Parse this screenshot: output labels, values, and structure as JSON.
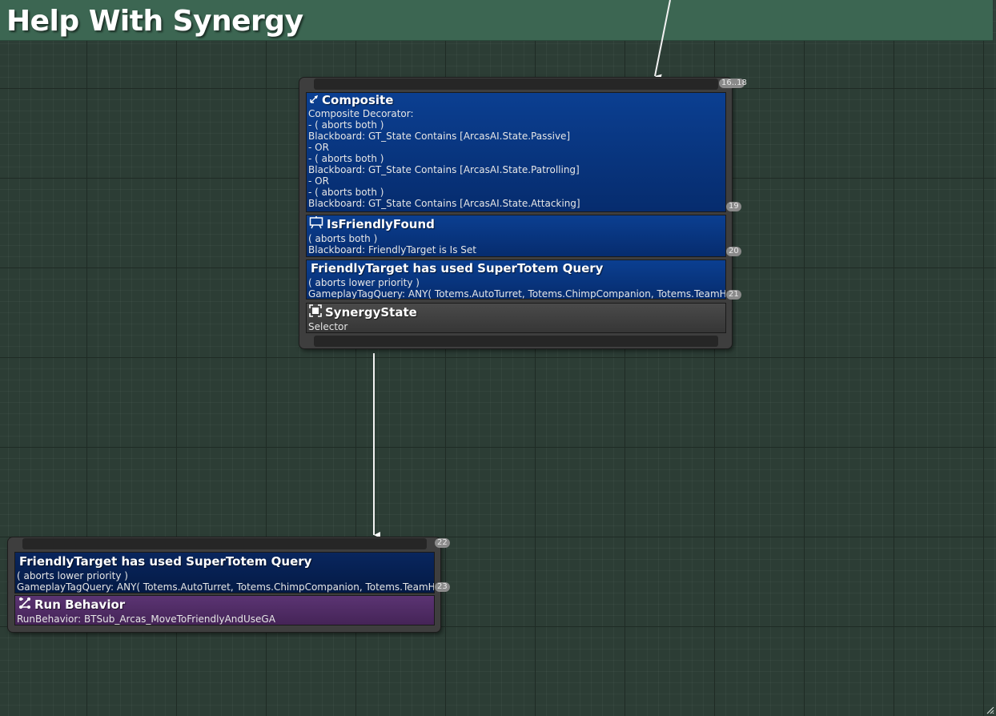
{
  "comment": {
    "title": "Help With Synergy"
  },
  "top_node": {
    "index_label": "16..18",
    "composite": {
      "title": "Composite",
      "icon": "composite-decorator-icon",
      "lines": [
        "Composite Decorator:",
        "- ( aborts both )",
        "Blackboard: GT_State Contains [ArcasAI.State.Passive]",
        "- OR",
        "- ( aborts both )",
        "Blackboard: GT_State Contains [ArcasAI.State.Patrolling]",
        "- OR",
        "- ( aborts both )",
        "Blackboard: GT_State Contains [ArcasAI.State.Attacking]"
      ],
      "index": "19"
    },
    "is_friendly_found": {
      "title": "IsFriendlyFound",
      "icon": "blackboard-icon",
      "lines": [
        "( aborts both )",
        "Blackboard: FriendlyTarget is Is Set"
      ],
      "index": "20"
    },
    "supertotem_query": {
      "title": "FriendlyTarget has used SuperTotem Query",
      "lines": [
        "( aborts lower priority )",
        "GameplayTagQuery:  ANY( Totems.AutoTurret, Totems.ChimpCompanion, Totems.TeamHealing )"
      ],
      "index": "21"
    },
    "synergy_state": {
      "title": "SynergyState",
      "icon": "selector-icon",
      "subtitle": "Selector"
    }
  },
  "bottom_node": {
    "index_label": "22",
    "supertotem_query": {
      "title": "FriendlyTarget has used SuperTotem Query",
      "lines": [
        "( aborts lower priority )",
        "GameplayTagQuery:  ANY( Totems.AutoTurret, Totems.ChimpCompanion, Totems.TeamHealing )"
      ],
      "index": "23"
    },
    "run_behavior": {
      "title": "Run Behavior",
      "icon": "run-behavior-icon",
      "subtitle": "RunBehavior: BTSub_Arcas_MoveToFriendlyAndUseGA"
    }
  },
  "colors": {
    "background": "#2c3d35",
    "comment_header": "#3c6652",
    "decorator_blue": "#0b3f91",
    "decorator_dark_blue": "#09265e",
    "composite_gray": "#3e3e3e",
    "task_purple": "#5b3473"
  }
}
